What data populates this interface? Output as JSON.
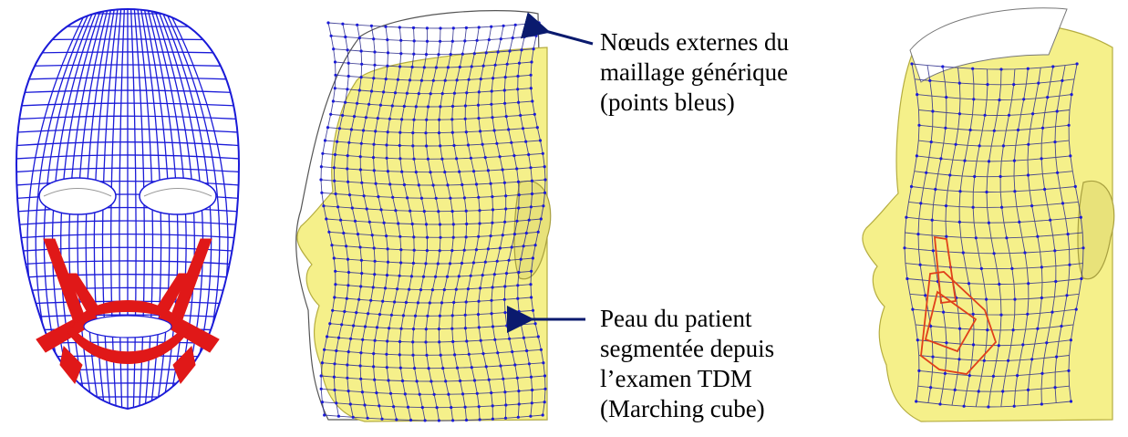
{
  "annotations": {
    "top": {
      "lines": [
        "Nœuds externes du",
        "maillage générique",
        "(points bleus)"
      ]
    },
    "bottom": {
      "lines": [
        "Peau du patient",
        "segmentée depuis",
        "l’examen TDM",
        "(Marching cube)"
      ]
    }
  },
  "colors": {
    "mesh": "#1a1ad8",
    "muscle": "#e01818",
    "skin": "#f5f08a",
    "skin_shadow": "#c9c35a",
    "arrow": "#0a1a6e",
    "muscle_outline": "#e0401a"
  },
  "panels": {
    "left": "generic-face-mesh",
    "middle": "mesh-over-patient-skin",
    "right": "registered-mesh-on-patient-skin"
  }
}
